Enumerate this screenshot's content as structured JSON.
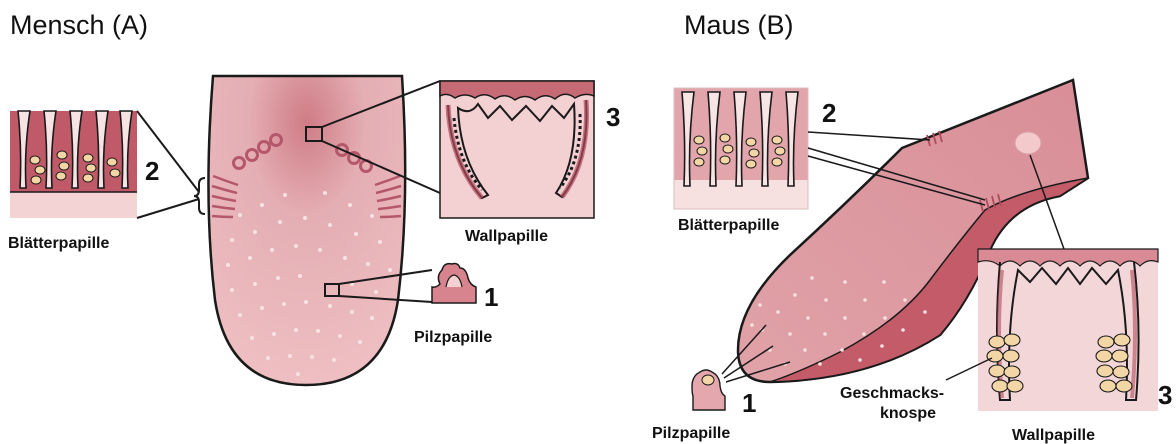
{
  "human": {
    "title": "Mensch (A)",
    "labels": {
      "foliate": "Blätterpapille",
      "circumvallate": "Wallpapille",
      "fungiform": "Pilzpapille"
    },
    "numbers": {
      "foliate": "2",
      "circumvallate": "3",
      "fungiform": "1"
    }
  },
  "mouse": {
    "title": "Maus (B)",
    "labels": {
      "foliate": "Blätterpapille",
      "circumvallate": "Wallpapille",
      "fungiform": "Pilzpapille",
      "taste_bud_line1": "Geschmacks-",
      "taste_bud_line2": "knospe"
    },
    "numbers": {
      "foliate": "2",
      "circumvallate": "3",
      "fungiform": "1"
    }
  },
  "colors": {
    "tissue_light": "#f2d4d6",
    "tissue_mid": "#d98d95",
    "tissue_dark": "#b3505e",
    "taste_bud": "#f3d6a6",
    "outline": "#1a1a1a"
  }
}
